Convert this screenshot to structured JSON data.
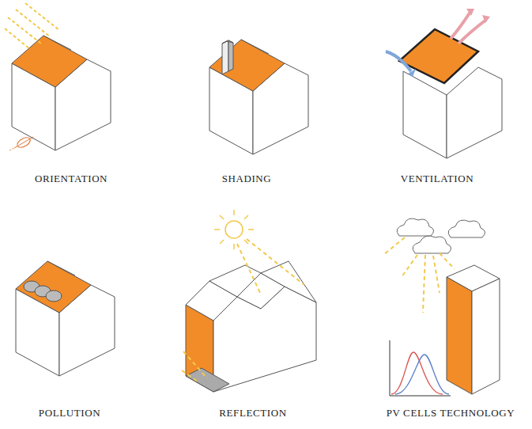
{
  "diagram": {
    "labels": [
      "ORIENTATION",
      "SHADING",
      "VENTILATION",
      "POLLUTION",
      "REFLECTION",
      "PV CELLS TECHNOLOGY"
    ]
  }
}
